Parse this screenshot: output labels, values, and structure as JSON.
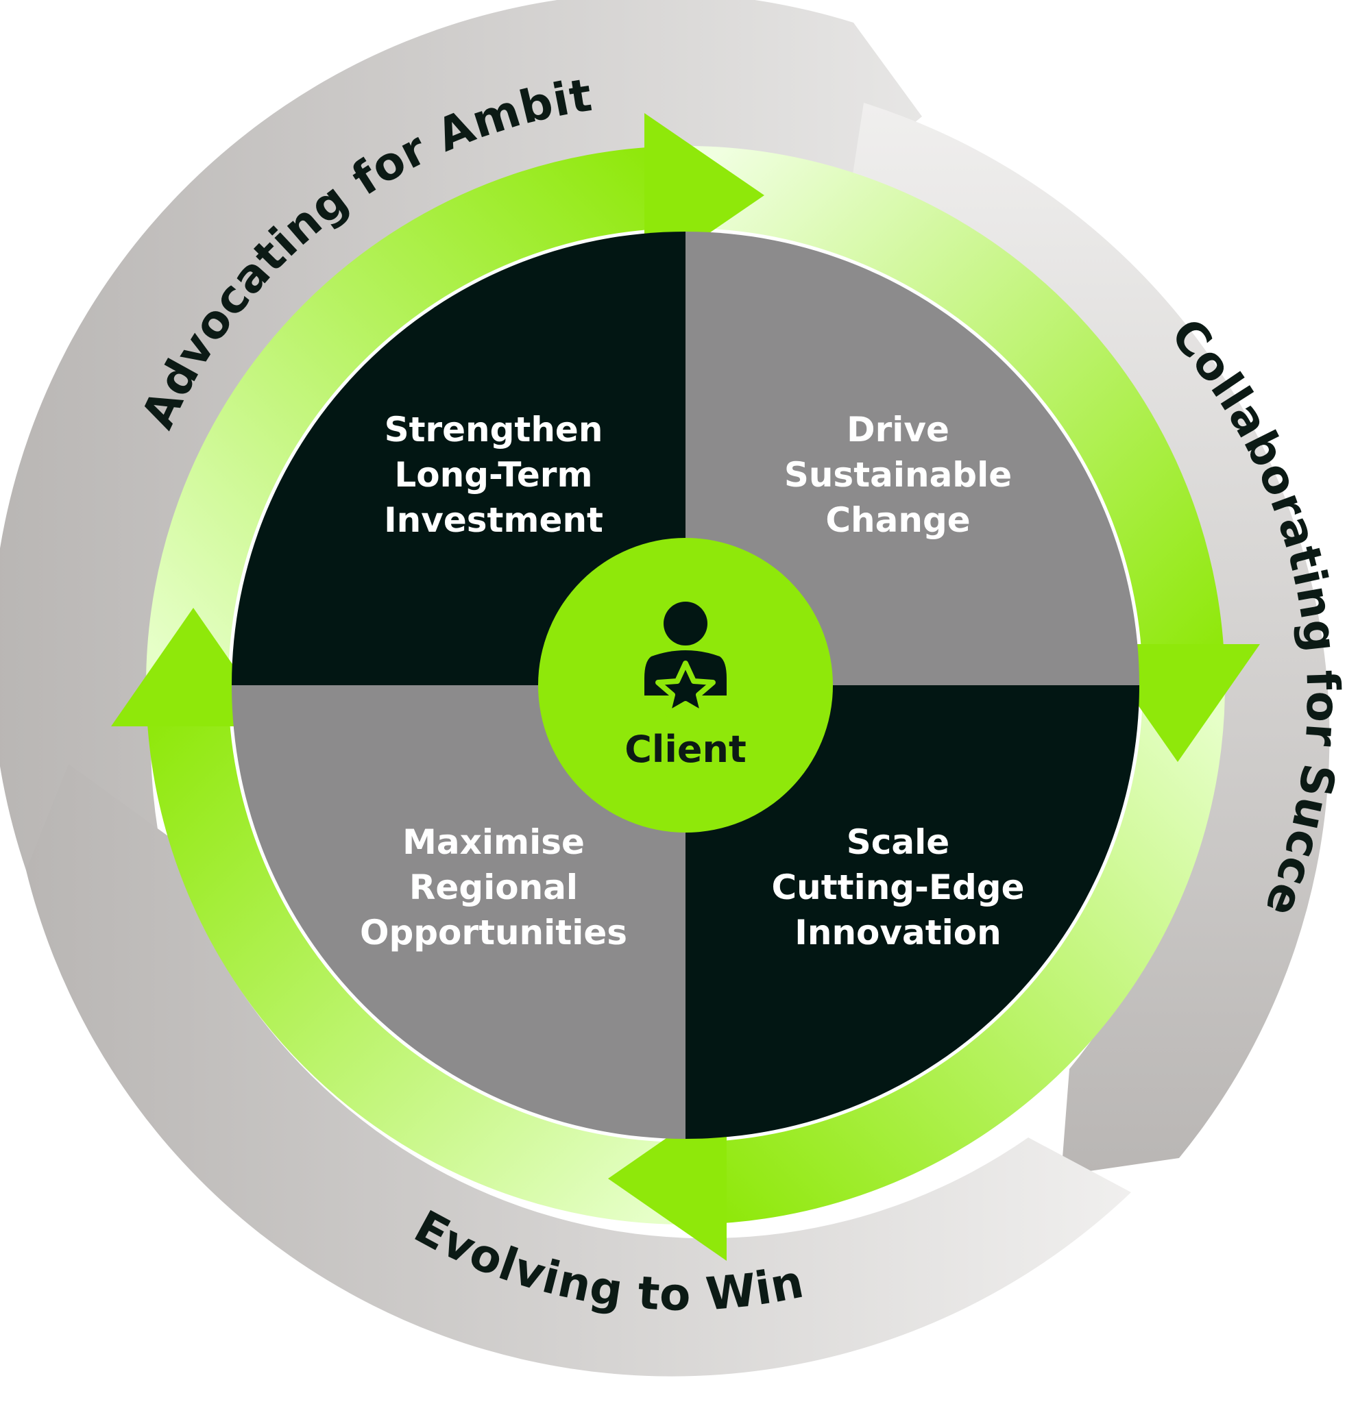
{
  "outer_ring": {
    "labels": [
      "Advocating for Ambition",
      "Collaborating for Success",
      "Evolving to Win"
    ]
  },
  "quadrants": [
    {
      "position": "top-left",
      "lines": [
        "Strengthen",
        "Long-Term",
        "Investment"
      ],
      "fill": "#021613"
    },
    {
      "position": "top-right",
      "lines": [
        "Drive",
        "Sustainable",
        "Change"
      ],
      "fill": "#8c8b8c"
    },
    {
      "position": "bottom-left",
      "lines": [
        "Maximise",
        "Regional",
        "Opportunities"
      ],
      "fill": "#8c8b8c"
    },
    {
      "position": "bottom-right",
      "lines": [
        "Scale",
        "Cutting-Edge",
        "Innovation"
      ],
      "fill": "#021613"
    }
  ],
  "center": {
    "label": "Client",
    "icon": "client-star-icon",
    "fill": "#8fe80a"
  },
  "colors": {
    "green": "#8fe80a",
    "light_green": "#e6ffc8",
    "grey_band": "#bdbbba",
    "dark": "#021613"
  }
}
